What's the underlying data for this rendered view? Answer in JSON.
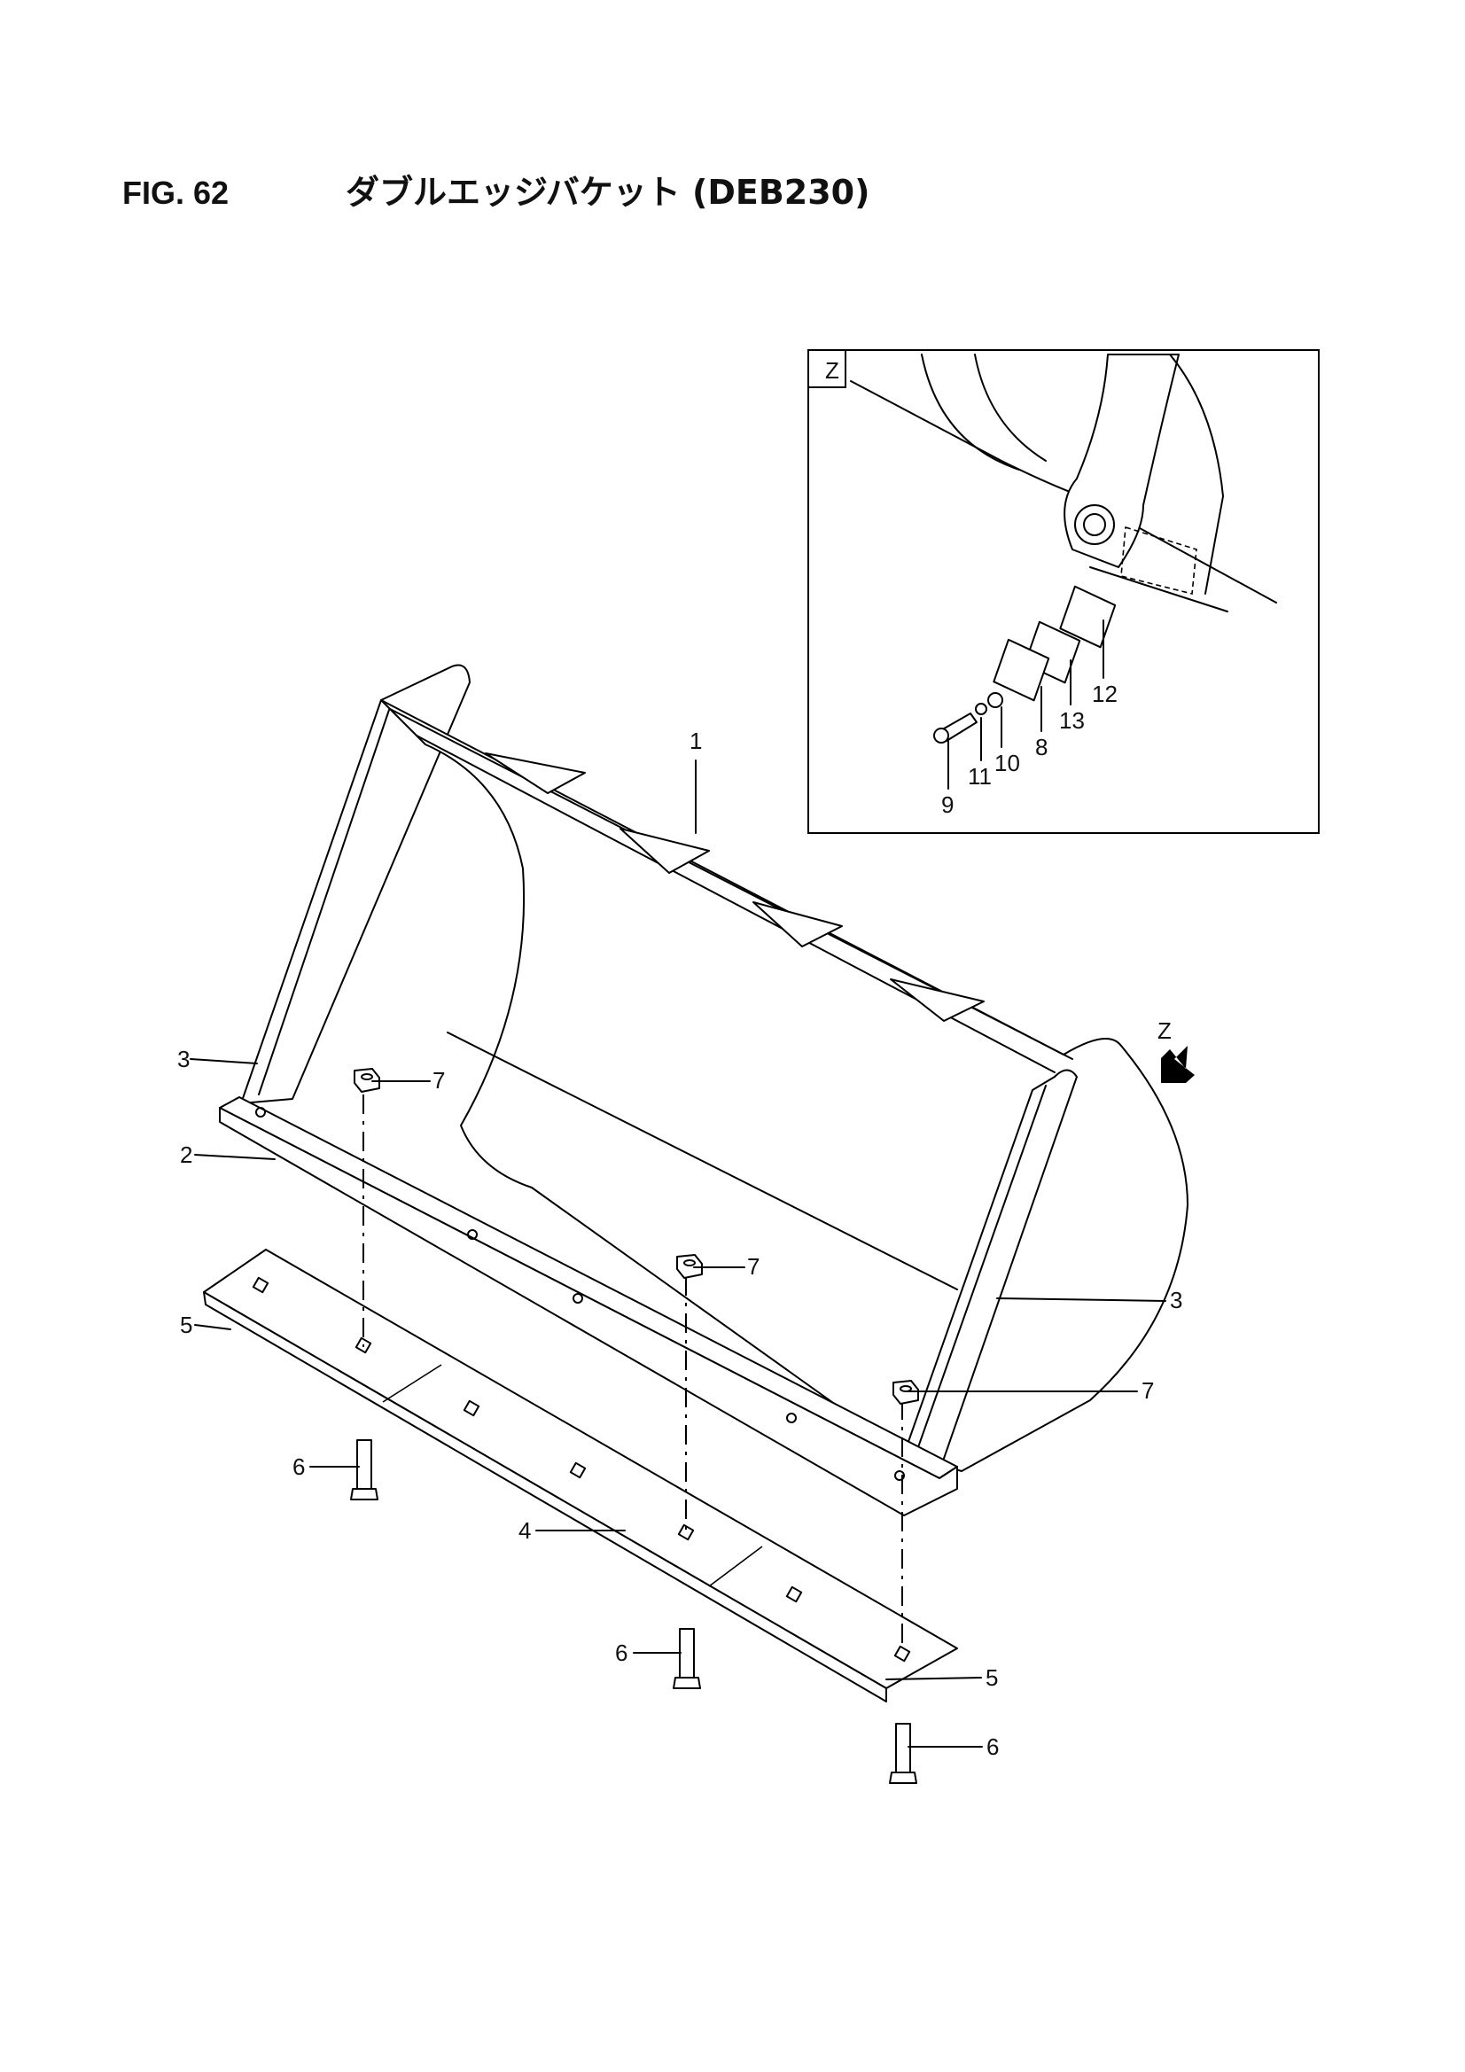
{
  "header": {
    "figure_number": "FIG. 62",
    "title": "ダブルエッジバケット (DEB230)"
  },
  "inset": {
    "label": "Z"
  },
  "view_indicator": {
    "label": "Z"
  },
  "callouts": {
    "c1": "1",
    "c2": "2",
    "c3a": "3",
    "c3b": "3",
    "c4": "4",
    "c5a": "5",
    "c5b": "5",
    "c6a": "6",
    "c6b": "6",
    "c6c": "6",
    "c7a": "7",
    "c7b": "7",
    "c7c": "7",
    "c8": "8",
    "c9": "9",
    "c10": "10",
    "c11": "11",
    "c12": "12",
    "c13": "13"
  }
}
